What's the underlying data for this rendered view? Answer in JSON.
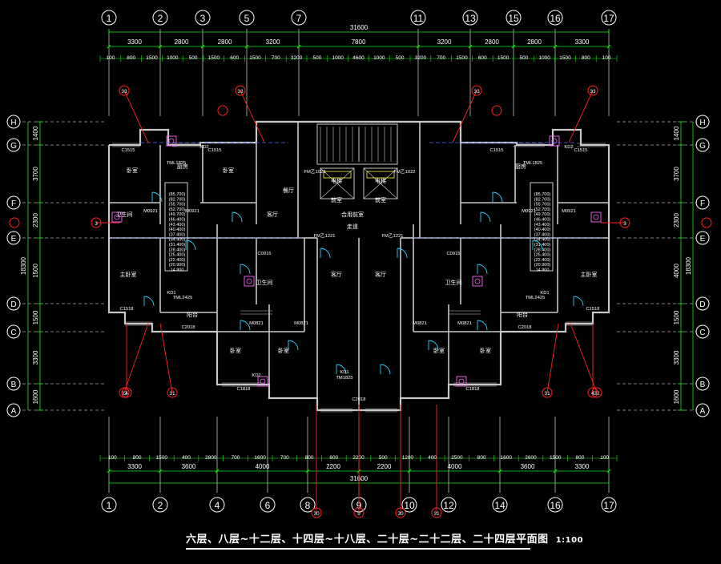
{
  "title": "六层、八层~十二层、十四层~十八层、二十层~二十二层、二十四层平面图",
  "scale": "1:100",
  "colors": {
    "background": "#000000",
    "wall": "#c8c8c8",
    "dim": "#19e619",
    "axis": "#ffffff",
    "redline": "#ff2222",
    "label": "#ffffff",
    "door": "#2ad4ff",
    "fixture": "#ff66ff",
    "text_yellow": "#ffff33"
  },
  "axes_top": [
    "1",
    "2",
    "3",
    "5",
    "7",
    "11",
    "13",
    "15",
    "16",
    "17"
  ],
  "axes_bottom": [
    "1",
    "2",
    "4",
    "6",
    "8",
    "9",
    "10",
    "12",
    "14",
    "16",
    "17"
  ],
  "axes_rows": [
    "H",
    "G",
    "F",
    "E",
    "D",
    "C",
    "B",
    "A"
  ],
  "top_overall": "31600",
  "top_row1": [
    "3300",
    "2800",
    "2800",
    "3200",
    "7800",
    "3200",
    "2800",
    "2800",
    "3300"
  ],
  "top_row2": [
    "100",
    "800",
    "1500",
    "1000",
    "500",
    "1500",
    "600",
    "1500",
    "700",
    "3200",
    "500",
    "1000",
    "4600",
    "1000",
    "500",
    "3200",
    "700",
    "1500",
    "600",
    "1500",
    "500",
    "1000",
    "1500",
    "800",
    "100"
  ],
  "bottom_overall": "31600",
  "bottom_row1": [
    "3300",
    "3600",
    "4000",
    "2200",
    "2200",
    "4000",
    "3600",
    "3300"
  ],
  "bottom_row2": [
    "100",
    "800",
    "1500",
    "400",
    "2800",
    "700",
    "1600",
    "700",
    "800",
    "600",
    "2200",
    "500",
    "1200",
    "400",
    "2500",
    "800",
    "1600",
    "2600",
    "1500",
    "800",
    "100"
  ],
  "left_overall": "18300",
  "left_dims": [
    "1400",
    "3700",
    "2300",
    "1500",
    "1500",
    "3300",
    "1600"
  ],
  "right_overall": "18300",
  "right_dims": [
    "1400",
    "3700",
    "2300",
    "4000",
    "1500",
    "3300",
    "1600"
  ],
  "room_labels": [
    "卧室",
    "卧室",
    "厨房",
    "卫生间",
    "客厅",
    "餐厅",
    "主卧室",
    "阳台",
    "走道",
    "电梯",
    "电梯",
    "前室",
    "前室",
    "合用前室",
    "卧室",
    "卧室",
    "卧室",
    "卧室",
    "客厅",
    "客厅",
    "卫生间",
    "卫生间",
    "主卧室",
    "阳台",
    "厨房"
  ],
  "tags": [
    "C1515",
    "C1515",
    "C1515",
    "C1515",
    "TML1825",
    "TML1825",
    "M0921",
    "M0921",
    "M0921",
    "M0921",
    "FM乙1022",
    "FM乙1022",
    "FM乙1221",
    "FM乙1221",
    "C0915",
    "C0915",
    "C1518",
    "C1518",
    "C1818",
    "C1818",
    "TML2425",
    "TML2425",
    "KD1",
    "KD1",
    "KD2",
    "KD2",
    "C2018",
    "C2018",
    "C2018",
    "M0821",
    "M0821",
    "M0821",
    "M0821",
    "TM1825",
    "KD2",
    "KD1"
  ],
  "elevations": [
    "(85.700)",
    "(82.700)",
    "(55.700)",
    "(52.700)",
    "(49.700)",
    "(46.400)",
    "(43.400)",
    "(40.400)",
    "(37.400)",
    "(34.400)",
    "(31.400)",
    "(28.400)",
    "(25.400)",
    "(22.400)",
    "(20.900)",
    "14.800"
  ],
  "callouts": [
    "33",
    "33",
    "33",
    "33",
    "32",
    "32",
    "31",
    "31",
    "3",
    "3",
    "4",
    "4",
    "30",
    "30",
    "9",
    "31"
  ]
}
